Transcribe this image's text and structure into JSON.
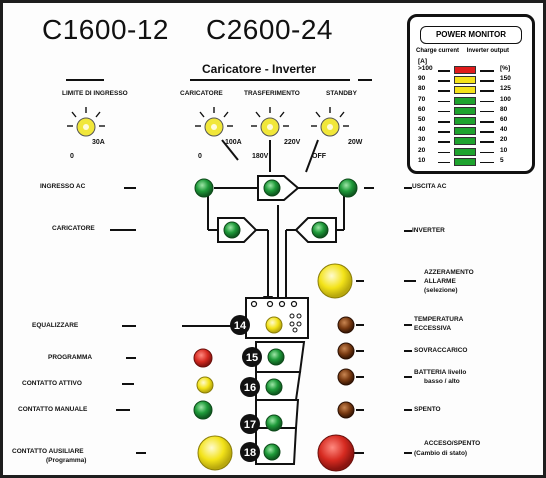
{
  "models": {
    "left": "C1600-12",
    "right": "C2600-24"
  },
  "header": {
    "group_title": "Caricatore - Inverter",
    "limite": "LIMITE DI INGRESSO",
    "caricatore": "CARICATORE",
    "trasferimento": "TRASFERIMENTO",
    "standby": "STANDBY"
  },
  "knobs": {
    "limit_min": "0",
    "limit_max": "30A",
    "charger_min": "0",
    "charger_max": "100A",
    "transfer_min": "180V",
    "transfer_max": "220V",
    "standby_min": "OFF",
    "standby_max": "20W"
  },
  "power_monitor": {
    "title": "POWER MONITOR",
    "charge_head": "Charge current",
    "inverter_head": "Inverter output",
    "unit_left": "[A]",
    "unit_right": "[%]",
    "left_scale": [
      ">100",
      "90",
      "80",
      "70",
      "60",
      "50",
      "40",
      "30",
      "20",
      "10"
    ],
    "right_scale": [
      "[%]",
      "150",
      "125",
      "100",
      "80",
      "60",
      "40",
      "20",
      "10",
      "5"
    ],
    "bar_colors": [
      "#e01b1b",
      "#f4e21a",
      "#f4e21a",
      "#1fa32e",
      "#1fa32e",
      "#1fa32e",
      "#1fa32e",
      "#1fa32e",
      "#1fa32e",
      "#1fa32e"
    ]
  },
  "left_labels": {
    "ingresso_ac": "INGRESSO AC",
    "caricatore": "CARICATORE",
    "equalizzare": "EQUALIZZARE",
    "programma": "PROGRAMMA",
    "contatto_attivo": "CONTATTO ATTIVO",
    "contatto_manuale": "CONTATTO MANUALE",
    "contatto_ausiliare": "CONTATTO AUSILIARE",
    "contatto_ausiliare_sub": "(Programma)"
  },
  "right_labels": {
    "uscita_ac": "USCITA AC",
    "inverter": "INVERTER",
    "azzeramento_1": "AZZERAMENTO",
    "azzeramento_2": "ALLARME",
    "azzeramento_3": "(selezione)",
    "temperatura_1": "TEMPERATURA",
    "temperatura_2": "ECCESSIVA",
    "sovraccarico": "SOVRACCARICO",
    "batteria_1": "BATTERIA livello",
    "batteria_2": "basso / alto",
    "spento": "SPENTO",
    "acceso_1": "ACCESO/SPENTO",
    "acceso_2": "(Cambio di stato)"
  },
  "numbers": {
    "n14": "14",
    "n15": "15",
    "n16": "16",
    "n17": "17",
    "n18": "18"
  },
  "colors": {
    "led_green": "#1f9b3a",
    "led_red": "#d62a20",
    "led_yellow": "#f3e319",
    "led_brown": "#7a3b12",
    "knob_yellow": "#f1e73a"
  }
}
